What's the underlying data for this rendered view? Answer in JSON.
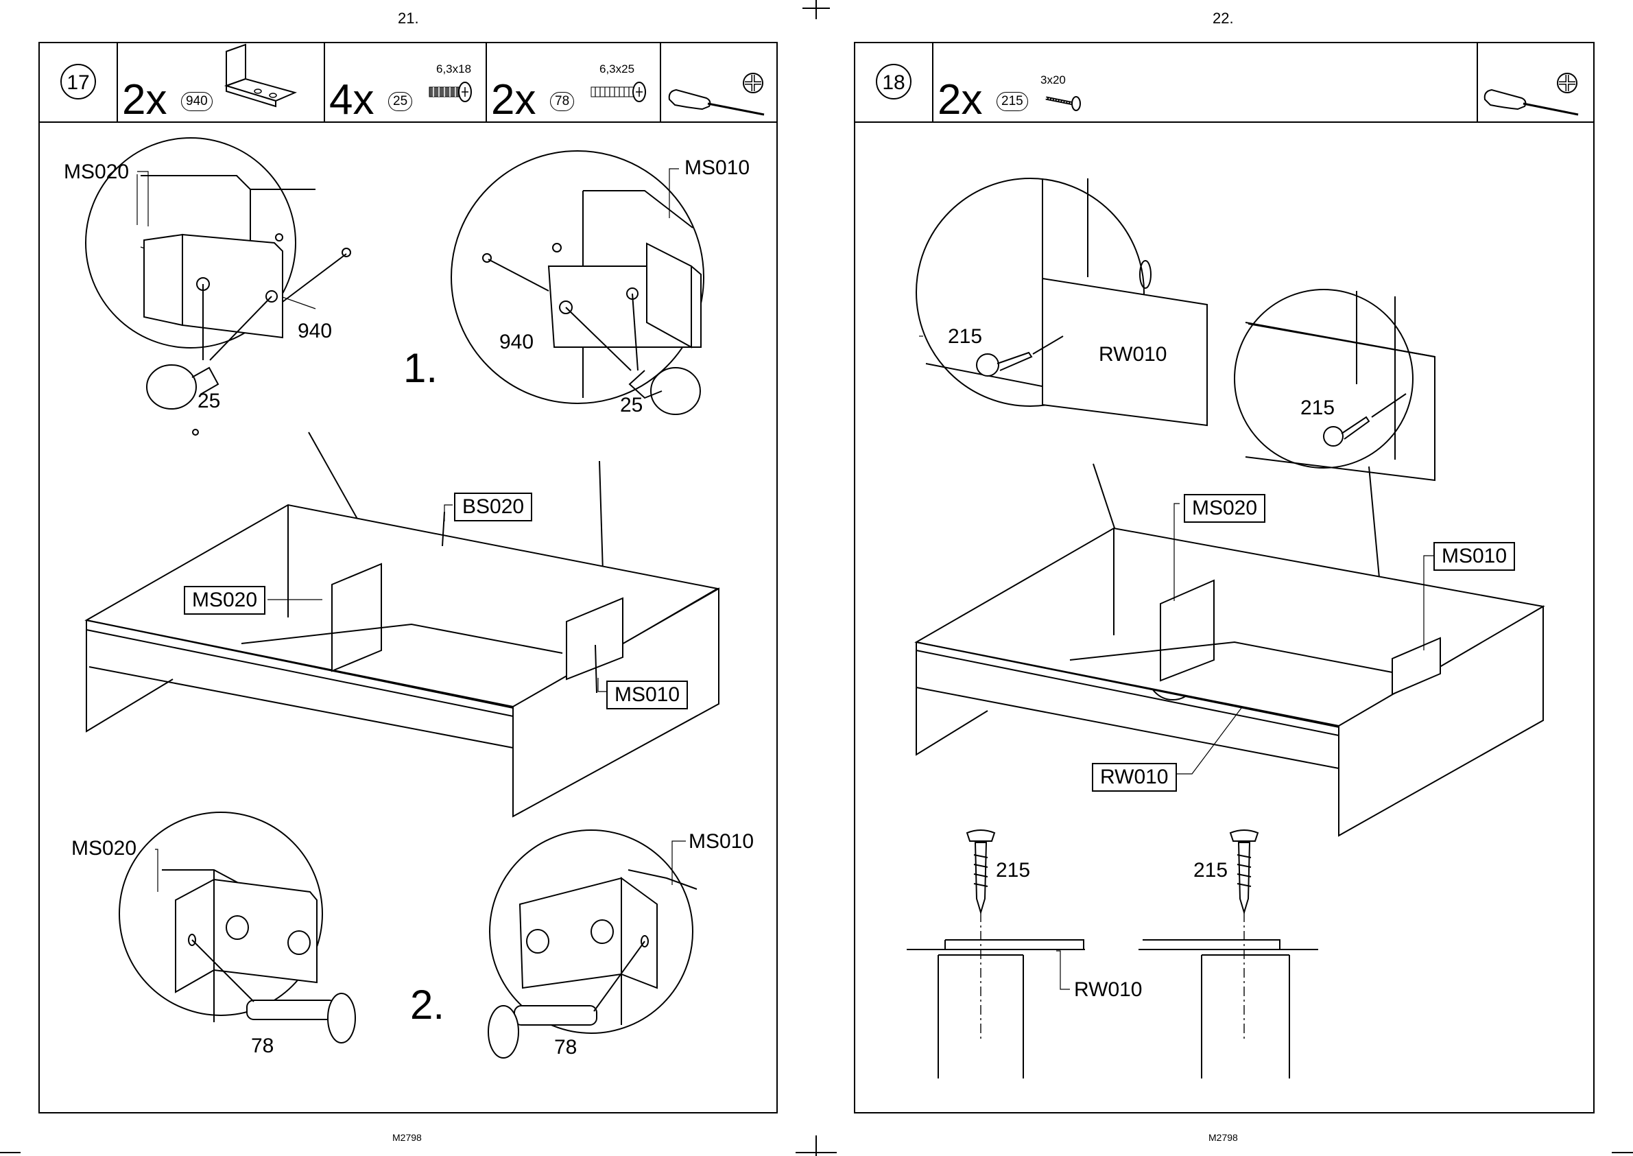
{
  "pages": [
    {
      "page_number": "21.",
      "footer": "M2798",
      "step": "17",
      "parts": [
        {
          "qty": "2x",
          "part_no": "940",
          "spec": ""
        },
        {
          "qty": "4x",
          "part_no": "25",
          "spec": "6,3x18"
        },
        {
          "qty": "2x",
          "part_no": "78",
          "spec": "6,3x25"
        }
      ],
      "substeps": [
        "1.",
        "2."
      ],
      "labels": {
        "ms020_top": "MS020",
        "ms010_top": "MS010",
        "bracket_left": "940",
        "bracket_right": "940",
        "screw_left": "25",
        "screw_right": "25",
        "bs020": "BS020",
        "ms020_box": "MS020",
        "ms010_box": "MS010",
        "ms020_bottom": "MS020",
        "ms010_bottom": "MS010",
        "screw78_left": "78",
        "screw78_right": "78"
      },
      "icons": [
        "screwdriver-icon",
        "phillips-head-icon"
      ]
    },
    {
      "page_number": "22.",
      "footer": "M2798",
      "step": "18",
      "parts": [
        {
          "qty": "2x",
          "part_no": "215",
          "spec": "3x20"
        }
      ],
      "labels": {
        "screw215_a": "215",
        "rw010_detail": "RW010",
        "screw215_b": "215",
        "ms020_box": "MS020",
        "ms010_box": "MS010",
        "rw010_box": "RW010",
        "screw215_c": "215",
        "screw215_d": "215",
        "rw010_section": "RW010"
      },
      "icons": [
        "screwdriver-icon",
        "phillips-head-icon"
      ]
    }
  ]
}
